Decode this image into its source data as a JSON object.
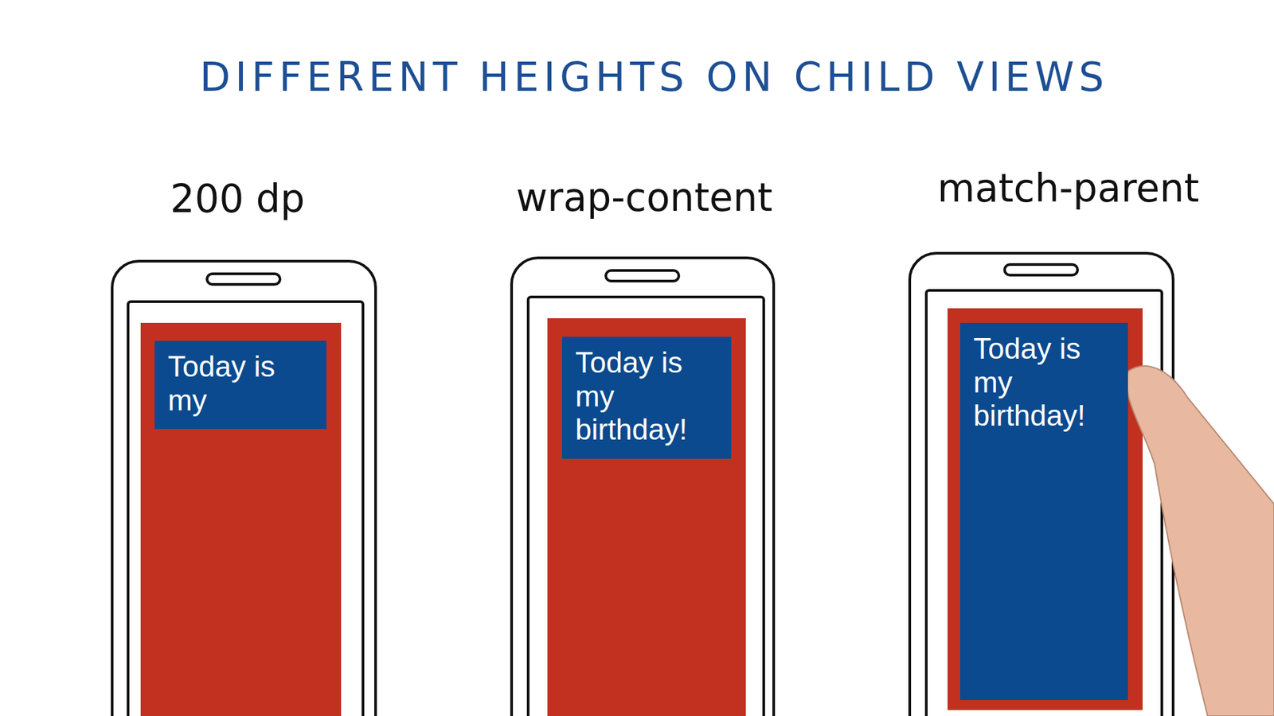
{
  "diagram": {
    "title": "DIFFERENT HEIGHTS ON CHILD VIEWS",
    "nodes": [
      {
        "text": [
          "Today is my"
        ]
      },
      {
        "text": [
          "Today is my birthday!"
        ]
      },
      {
        "text": [
          "Today is my birthday!"
        ]
      }
    ],
    "labels": [
      "200 dp",
      "wrap-content",
      "match-parent"
    ]
  }
}
